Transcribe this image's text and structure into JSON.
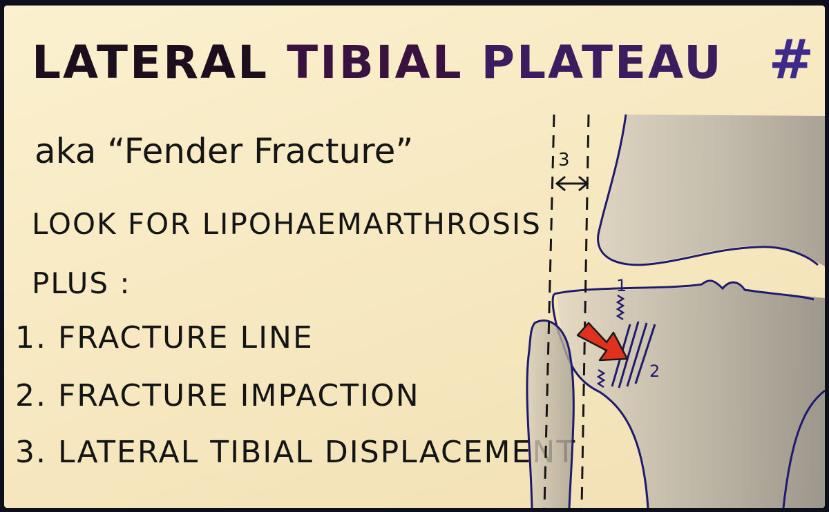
{
  "title": {
    "word1": "LATERAL",
    "word2": "TIBIAL",
    "word3": "PLATEAU",
    "symbol": "#"
  },
  "aka": "aka “Fender Fracture”",
  "look_for": "LOOK FOR LIPOHAEMARTHROSIS",
  "plus": "PLUS :",
  "items": [
    {
      "label": "1. FRACTURE LINE"
    },
    {
      "label": "2. FRACTURE IMPACTION"
    },
    {
      "label": "3. LATERAL TIBIAL DISPLACEMENT"
    }
  ],
  "diagram": {
    "label_1": "1",
    "label_2": "2",
    "label_3": "3"
  },
  "colors": {
    "card": "#f8ecc6",
    "ink": "#141414",
    "diagram_ink": "#1e1a6e",
    "arrow": "#e0311f"
  }
}
